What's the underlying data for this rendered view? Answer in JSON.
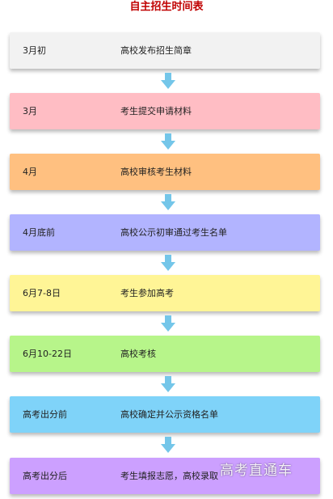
{
  "title": "自主招生时间表",
  "steps": [
    {
      "time": "3月初",
      "desc": "高校发布招生简章",
      "color": "#f2f2f2"
    },
    {
      "time": "3月",
      "desc": "考生提交申请材料",
      "color": "#ffbdc4"
    },
    {
      "time": "4月",
      "desc": "高校审核考生材料",
      "color": "#ffc080"
    },
    {
      "time": "4月底前",
      "desc": "高校公示初审通过考生名单",
      "color": "#b2b4ff"
    },
    {
      "time": "6月7-8日",
      "desc": "考生参加高考",
      "color": "#fff596"
    },
    {
      "time": "6月10-22日",
      "desc": "高校考核",
      "color": "#b7f58a"
    },
    {
      "time": "高考出分前",
      "desc": "高校确定并公示资格名单",
      "color": "#7fd3f9"
    },
    {
      "time": "高考出分后",
      "desc": "考生填报志愿，高校录取",
      "color": "#cca0ff"
    }
  ],
  "arrow_color": "#74c6e9",
  "watermark": "高考直通车"
}
